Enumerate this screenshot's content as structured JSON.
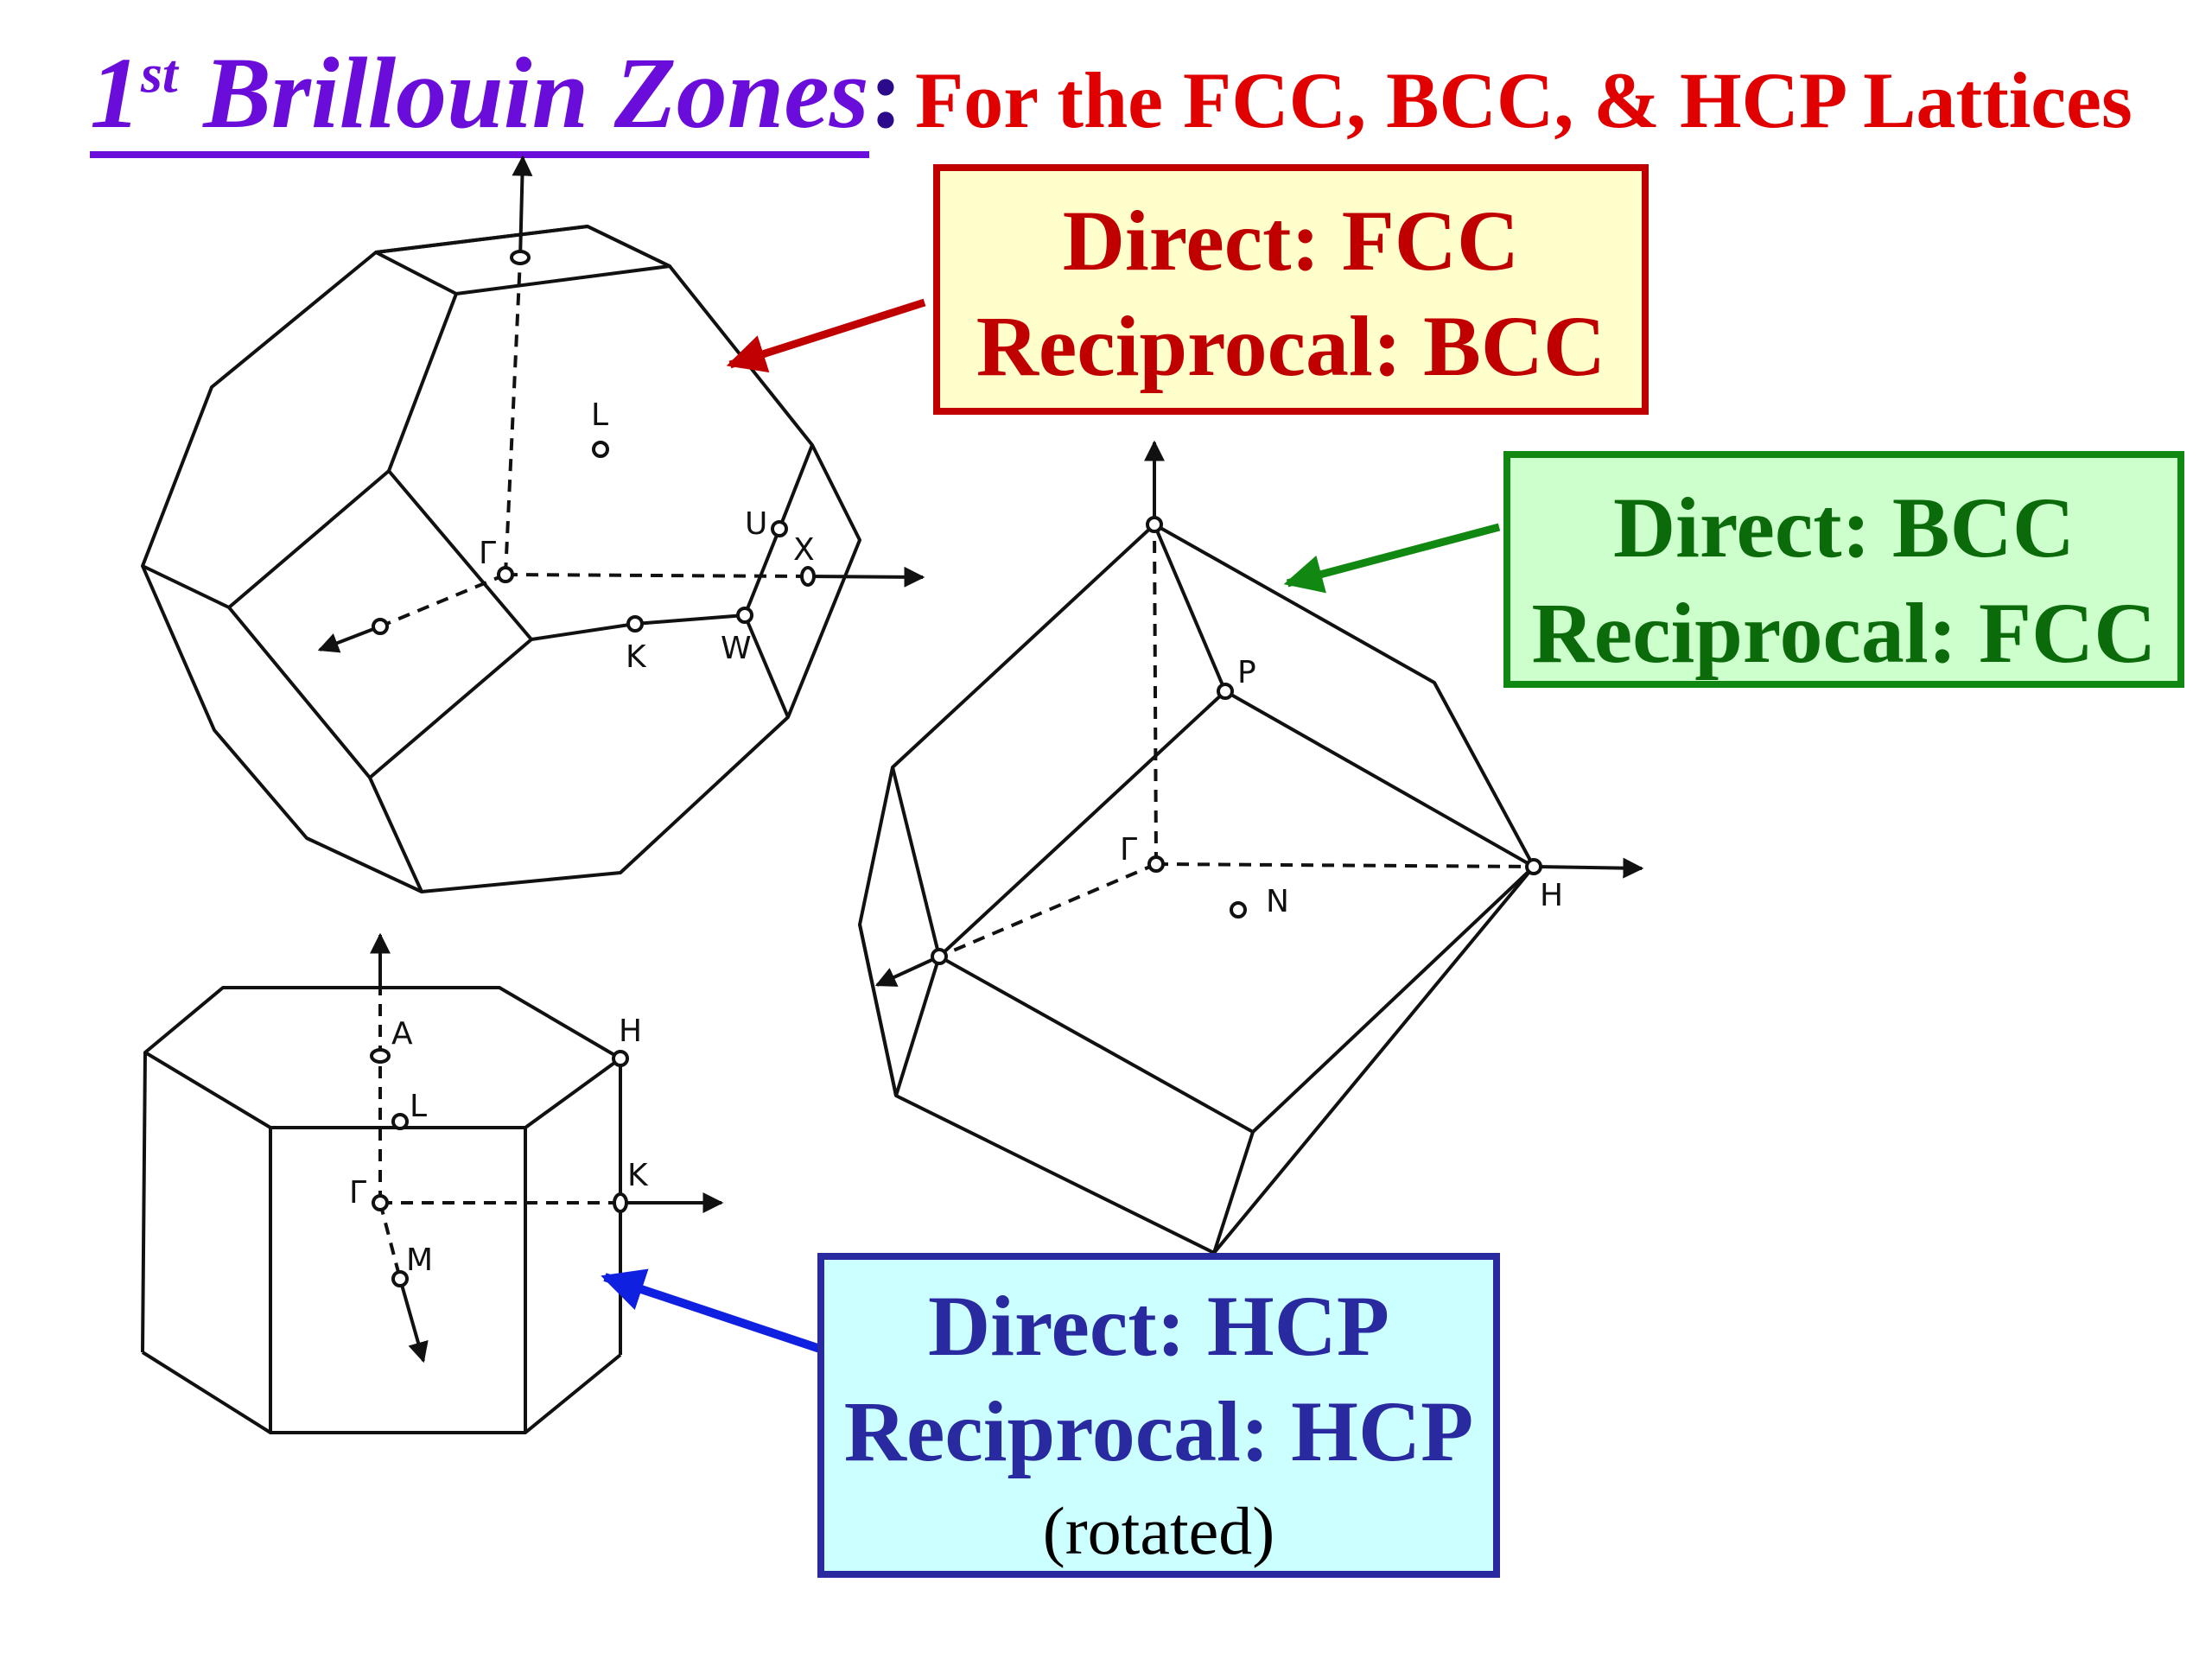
{
  "title": {
    "main_prefix": "1",
    "main_superscript": "st",
    "main_text": " Brillouin Zones",
    "colon": ":",
    "subtitle": "For the FCC,  BCC, & HCP Lattices"
  },
  "boxes": {
    "fcc": {
      "line1": "Direct: FCC",
      "line2": "Reciprocal: BCC"
    },
    "bcc": {
      "line1": "Direct: BCC",
      "line2": "Reciprocal: FCC"
    },
    "hcp": {
      "line1": "Direct: HCP",
      "line2": "Reciprocal: HCP",
      "line3": "(rotated)"
    }
  },
  "fcc_points": {
    "L": "L",
    "U": "U",
    "X": "X",
    "Gamma": "Γ",
    "K": "K",
    "W": "W"
  },
  "bcc_points": {
    "P": "P",
    "Gamma": "Γ",
    "N": "N",
    "H": "H"
  },
  "hcp_points": {
    "A": "A",
    "H": "H",
    "L": "L",
    "K": "K",
    "Gamma": "Γ",
    "M": "M"
  },
  "colors": {
    "title_purple": "#6a0ddb",
    "subtitle_red": "#e00000",
    "fcc_arrow": "#c00000",
    "bcc_arrow": "#118811",
    "hcp_arrow": "#1020e0"
  }
}
